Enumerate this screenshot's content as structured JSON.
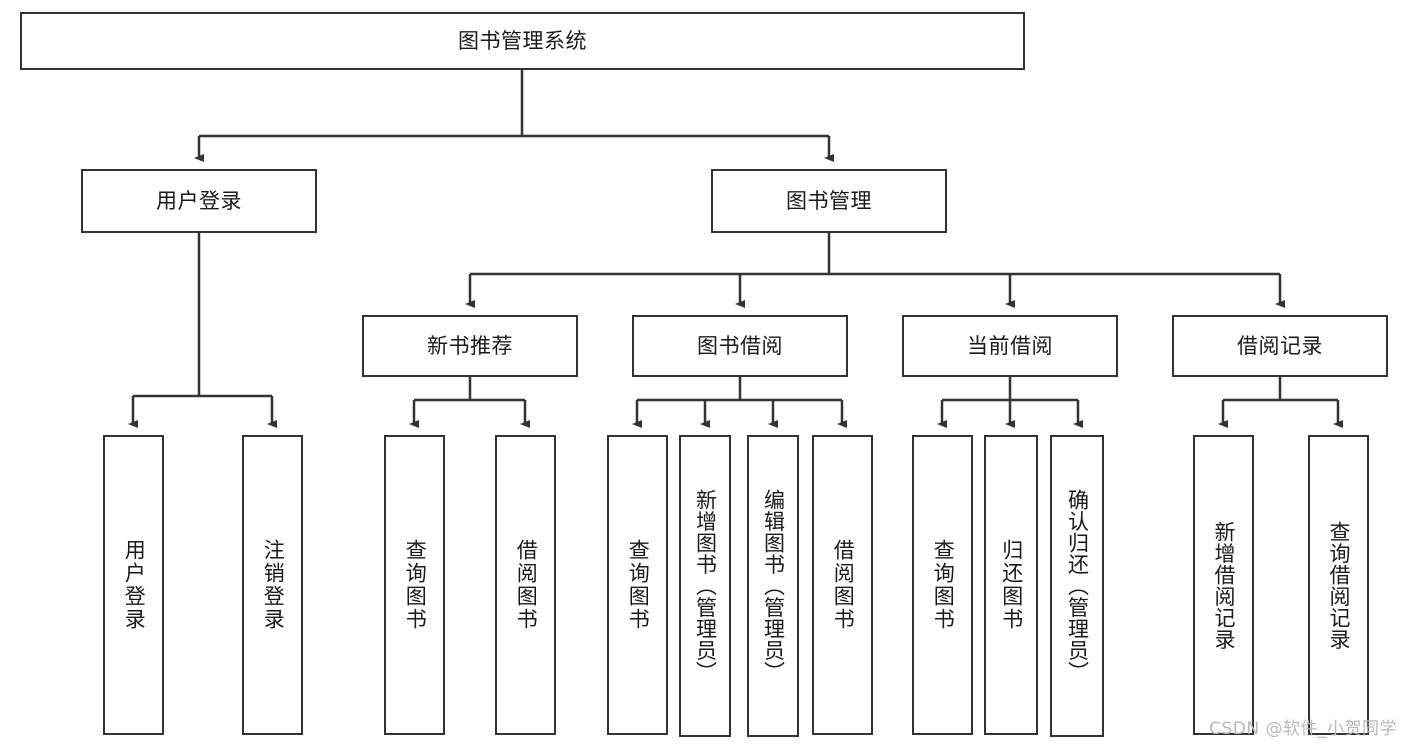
{
  "diagram": {
    "title": "图书管理系统",
    "stroke_color": "#333333",
    "fill_color": "#ffffff",
    "text_color": "#1a1a1a"
  },
  "nodes": {
    "root": {
      "label": "图书管理系统"
    },
    "level2": [
      {
        "label": "用户登录"
      },
      {
        "label": "图书管理"
      }
    ],
    "level3": [
      {
        "label": "新书推荐"
      },
      {
        "label": "图书借阅"
      },
      {
        "label": "当前借阅"
      },
      {
        "label": "借阅记录"
      }
    ],
    "leaves": {
      "user_login": [
        {
          "label": "用户登录"
        },
        {
          "label": "注销登录"
        }
      ],
      "new_book_recommend": [
        {
          "label": "查询图书"
        },
        {
          "label": "借阅图书"
        }
      ],
      "book_borrow": [
        {
          "label": "查询图书"
        },
        {
          "label": "新增图书（管理员）"
        },
        {
          "label": "编辑图书（管理员）"
        },
        {
          "label": "借阅图书"
        }
      ],
      "current_borrow": [
        {
          "label": "查询图书"
        },
        {
          "label": "归还图书"
        },
        {
          "label": "确认归还（管理员）"
        }
      ],
      "borrow_record": [
        {
          "label": "新增借阅记录"
        },
        {
          "label": "查询借阅记录"
        }
      ]
    }
  },
  "watermark": {
    "text": "CSDN @软件_小贺同学"
  }
}
